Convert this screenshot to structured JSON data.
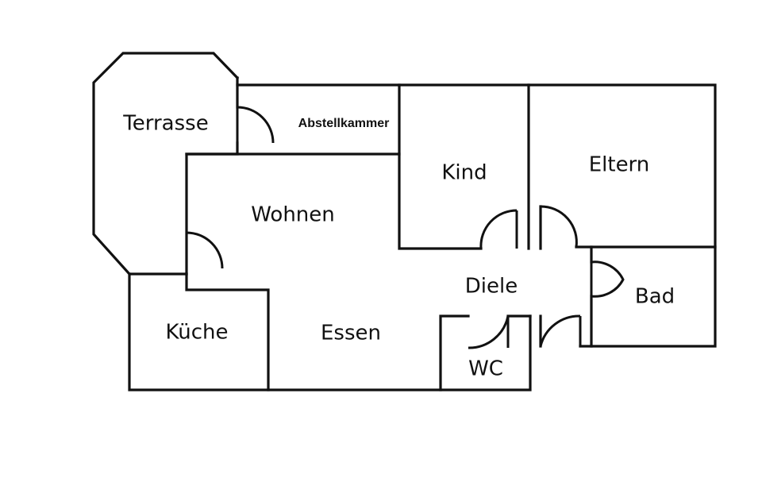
{
  "title": "Grundriss",
  "colors": {
    "background": "#ffffff",
    "lines": "#111111"
  },
  "rooms": {
    "terrasse": "Terrasse",
    "abstellkammer": "Abstellkammer",
    "kind": "Kind",
    "eltern": "Eltern",
    "wohnen": "Wohnen",
    "diele": "Diele",
    "bad": "Bad",
    "kueche": "Küche",
    "essen": "Essen",
    "wc": "WC"
  }
}
